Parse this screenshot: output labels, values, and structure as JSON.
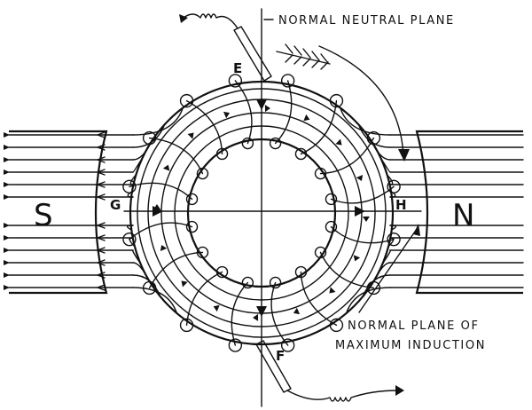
{
  "labels": {
    "pole_south": "S",
    "pole_north": "N",
    "point_e": "E",
    "point_f": "F",
    "point_g": "G",
    "point_h": "H",
    "neutral_plane": "NORMAL NEUTRAL PLANE",
    "max_induction_line1": "NORMAL  PLANE OF",
    "max_induction_line2": "MAXIMUM  INDUCTION"
  },
  "colors": {
    "ink": "#111111",
    "paper": "#ffffff"
  }
}
